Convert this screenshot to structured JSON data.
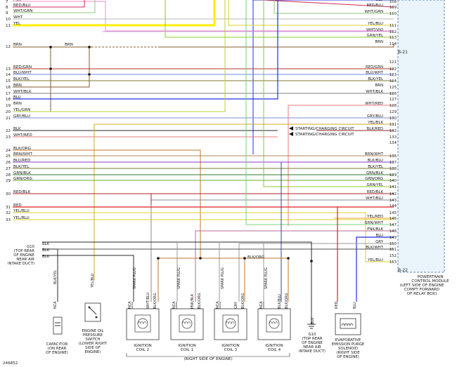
{
  "colors": {
    "PNK": "#f28fc4",
    "RED/BLU": "#d22b5a",
    "WHT/GRN": "#8fc77c",
    "WHT": "#b8b8b8",
    "YEL": "#ffee00",
    "BRN": "#8a5a2b",
    "RED/GRN": "#b8362a",
    "BLU/WHT": "#6f86e8",
    "BLK/YEL": "#7d7a2e",
    "WHT/BLK": "#7d7d7d",
    "BLU": "#1f2fe0",
    "YEL/GRN": "#bcd22c",
    "GRY/BLU": "#7d90c8",
    "BLK": "#2a2a2a",
    "WHT/RED": "#e57b7b",
    "BLK/ORG": "#c0742e",
    "BRN/WHT": "#b08558",
    "BLU/RED": "#8a3ad0",
    "BLK/BLU": "#3a3ab8",
    "BLK/RED": "#9a1f2e",
    "GRN/BLK": "#2e7a2e",
    "GRN/ORG": "#66a82e",
    "RED/BLK": "#b21f2a",
    "RED": "#e01f1f",
    "YEL/BLU": "#d8d22e",
    "WHT/VIO": "#c8a0e8",
    "GRN/YEL": "#8ec82e",
    "GRN/WHT": "#7ad07a",
    "GRY/BLK": "#5a5a5a",
    "YEL/BLK": "#c8a82e",
    "YEL/RED": "#f0a020",
    "PNK/BLK": "#b86a90",
    "GRY": "#9a9a9a",
    "BLK/WHT": "#505050"
  },
  "left_pins": [
    {
      "num": "7",
      "label": "PNK",
      "color": "PNK"
    },
    {
      "num": "8",
      "label": "RED/BLU",
      "color": "RED/BLU"
    },
    {
      "num": "9",
      "label": "WHT/GRN",
      "color": "WHT/GRN"
    },
    {
      "num": "10",
      "label": "WHT",
      "color": "WHT"
    },
    {
      "num": "11",
      "label": "YEL",
      "color": "YEL"
    },
    {
      "num": "12",
      "label": "BRN",
      "color": "BRN"
    },
    {
      "num": "13",
      "label": "RED/GRN",
      "color": "RED/GRN"
    },
    {
      "num": "14",
      "label": "BLU/WHT",
      "color": "BLU/WHT"
    },
    {
      "num": "15",
      "label": "BLK/YEL",
      "color": "BLK/YEL"
    },
    {
      "num": "16",
      "label": "BRN",
      "color": "BRN"
    },
    {
      "num": "17",
      "label": "WHT/BLK",
      "color": "WHT/BLK"
    },
    {
      "num": "18",
      "label": "BLU",
      "color": "BLU"
    },
    {
      "num": "19",
      "label": "BRN",
      "color": "BRN"
    },
    {
      "num": "20",
      "label": "YEL/GRN",
      "color": "YEL/GRN"
    },
    {
      "num": "21",
      "label": "GRY/BLU",
      "color": "GRY/BLU"
    },
    {
      "num": "22",
      "label": "BLK",
      "color": "BLK"
    },
    {
      "num": "23",
      "label": "WHT/RED",
      "color": "WHT/RED"
    },
    {
      "num": "24",
      "label": "BLK/ORG",
      "color": "BLK/ORG"
    },
    {
      "num": "25",
      "label": "BRN/WHT",
      "color": "BRN/WHT"
    },
    {
      "num": "26",
      "label": "BLU/RED",
      "color": "BLU/RED"
    },
    {
      "num": "27",
      "label": "BLK/YEL",
      "color": "BLK/YEL"
    },
    {
      "num": "28",
      "label": "GRN/BLK",
      "color": "GRN/BLK"
    },
    {
      "num": "29",
      "label": "GRN/ORG",
      "color": "GRN/ORG"
    },
    {
      "num": "30",
      "label": "RED/BLK",
      "color": "RED/BLK"
    },
    {
      "num": "31",
      "label": "RED",
      "color": "RED"
    },
    {
      "num": "32",
      "label": "YEL/BLU",
      "color": "YEL/BLU"
    },
    {
      "num": "33",
      "label": "YEL/BLU",
      "color": "YEL/BLU"
    }
  ],
  "right_pins": [
    {
      "num": "108",
      "label": "BLU",
      "color": "BLU"
    },
    {
      "num": "109",
      "label": "RED/BLU",
      "color": "RED/BLU"
    },
    {
      "num": "110",
      "label": "WHT/GRN",
      "color": "WHT/GRN"
    },
    {
      "num": "111",
      "label": "YEL/BLU",
      "color": "YEL/BLU"
    },
    {
      "num": "112",
      "label": "WHT/VIO",
      "color": "WHT/VIO"
    },
    {
      "num": "113",
      "label": "GRN/YEL",
      "color": "GRN/YEL"
    },
    {
      "num": "114",
      "label": "BRN",
      "color": "BRN"
    },
    {
      "num": "121",
      "label": "",
      "color": ""
    },
    {
      "num": "122",
      "label": "RED/GRN",
      "color": "RED/GRN"
    },
    {
      "num": "123",
      "label": "BLU/WHT",
      "color": "BLU/WHT"
    },
    {
      "num": "124",
      "label": "BLK/YEL",
      "color": "BLK/YEL"
    },
    {
      "num": "125",
      "label": "BRN",
      "color": "BRN"
    },
    {
      "num": "126",
      "label": "WHT/BLK",
      "color": "WHT/BLK"
    },
    {
      "num": "127",
      "label": "",
      "color": ""
    },
    {
      "num": "128",
      "label": "WHT/RED",
      "color": "WHT/RED"
    },
    {
      "num": "129",
      "label": "",
      "color": ""
    },
    {
      "num": "130",
      "label": "GRY/BLU",
      "color": "GRY/BLU"
    },
    {
      "num": "131",
      "label": "YEL/BLK",
      "color": "YEL/BLK"
    },
    {
      "num": "132",
      "label": "BLK/RED",
      "color": "BLK/RED"
    },
    {
      "num": "133",
      "label": "",
      "color": ""
    },
    {
      "num": "134",
      "label": "",
      "color": ""
    },
    {
      "num": "136",
      "label": "BRN/WHT",
      "color": "BRN/WHT"
    },
    {
      "num": "137",
      "label": "BLK/BLU",
      "color": "BLK/BLU"
    },
    {
      "num": "138",
      "label": "BLK/YEL",
      "color": "BLK/YEL"
    },
    {
      "num": "139",
      "label": "GRN/BLK",
      "color": "GRN/BLK"
    },
    {
      "num": "140",
      "label": "GRN/ORG",
      "color": "GRN/ORG"
    },
    {
      "num": "141",
      "label": "GRN/YEL",
      "color": "GRN/YEL"
    },
    {
      "num": "142",
      "label": "RED/BLK",
      "color": "RED/BLK"
    },
    {
      "num": "143",
      "label": "WHT/BLU",
      "color": "WHT/BLU"
    },
    {
      "num": "144",
      "label": "",
      "color": ""
    },
    {
      "num": "145",
      "label": "",
      "color": ""
    },
    {
      "num": "146",
      "label": "YEL/RED",
      "color": "YEL/RED"
    },
    {
      "num": "147",
      "label": "GRN/WHT",
      "color": "GRN/WHT"
    },
    {
      "num": "148",
      "label": "PNK/BLK",
      "color": "PNK/BLK"
    },
    {
      "num": "149",
      "label": "BLU",
      "color": "BLU"
    },
    {
      "num": "150",
      "label": "GRY",
      "color": "GRY"
    },
    {
      "num": "151",
      "label": "BLK/WHT",
      "color": "BLK/WHT"
    },
    {
      "num": "152",
      "label": "",
      "color": ""
    },
    {
      "num": "153",
      "label": "YEL/BLU",
      "color": "YEL/BLU"
    }
  ],
  "connector_labels": {
    "b21": "B-21",
    "b22": "B-22"
  },
  "brn_mid_label": "BRN",
  "starting_charging_1": "STARTING/CHARGING CIRCUIT",
  "starting_charging_2": "STARTING/CHARGING CIRCUIT",
  "pcm_label": [
    "POWERTRAIN",
    "CONTROL MODULE",
    "(LEFT SIDE OF ENGINE",
    "COMPT FORWARD",
    "OF RELAY BOX)"
  ],
  "g10_left": {
    "lines": [
      "G10",
      "(TOP REAR",
      "OF ENGINE",
      "NEAR AIR",
      "INTAKE DUCT)"
    ],
    "wires": [
      "BLK",
      "BLK",
      "BLK"
    ]
  },
  "blk_org_label": "BLK/ORG",
  "vertical_labels": {
    "blk_yel": "BLK/YEL",
    "yel_blu": "YEL/BLU",
    "nca": "NCA",
    "spark_plug": "SPARK PLUG",
    "wht_blu": "WHT/BLU",
    "blk_org": "BLK/ORG",
    "pnk_blk": "PNK/BLK",
    "gry": "GRY",
    "blk_blu": "BLK/BLU",
    "blk": "BLK",
    "red": "RED",
    "blu": "BLU"
  },
  "components": {
    "capacitor": [
      "CAPACITOR",
      "(ON REAR",
      "OF ENGINE)"
    ],
    "oil_switch": [
      "ENGINE OIL",
      "PRESSURE",
      "SWITCH",
      "(LOWER RIGHT",
      "SIDE OF",
      "ENGINE)"
    ],
    "coil2": [
      "IGNITION",
      "COIL 2"
    ],
    "coil1": [
      "IGNITION",
      "COIL 1"
    ],
    "coil3": [
      "IGNITION",
      "COIL 3"
    ],
    "coil4": [
      "IGNITION",
      "COIL 4"
    ],
    "g10_right": [
      "G10",
      "(TOP REAR",
      "OF ENGINE",
      "NEAR AIR",
      "INTAKE DUCT)"
    ],
    "evap": [
      "EVAPORATIVE",
      "EMISSION PURGE",
      "SOLENOID",
      "(RIGHT SIDE",
      "OF ENGINE)"
    ],
    "right_side": "(RIGHT SIDE OF ENGINE)"
  },
  "footer_code": "246852"
}
